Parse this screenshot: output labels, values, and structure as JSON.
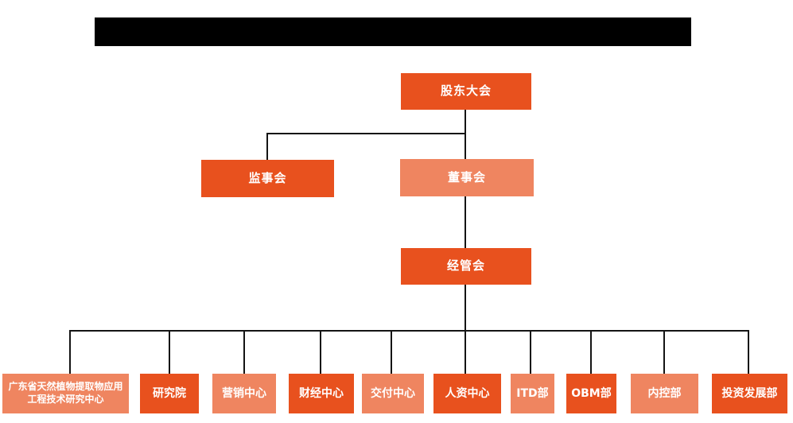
{
  "title_bar": {
    "type": "redacted-black-bar",
    "text": ""
  },
  "colors": {
    "node_primary": "#e8511e",
    "node_secondary": "#ef8560",
    "connector_line": "#141414",
    "background": "#ffffff",
    "node_text": "#ffffff",
    "redaction": "#000000"
  },
  "org_chart": {
    "nodes": {
      "shareholders": {
        "label": "股东大会",
        "tone": "primary"
      },
      "supervisory": {
        "label": "监事会",
        "tone": "primary"
      },
      "board": {
        "label": "董事会",
        "tone": "secondary"
      },
      "management": {
        "label": "经管会",
        "tone": "primary"
      },
      "departments": [
        {
          "label": "广东省天然植物提取物应用工程技术研究中心",
          "tone": "secondary"
        },
        {
          "label": "研究院",
          "tone": "primary"
        },
        {
          "label": "营销中心",
          "tone": "secondary"
        },
        {
          "label": "财经中心",
          "tone": "primary"
        },
        {
          "label": "交付中心",
          "tone": "secondary"
        },
        {
          "label": "人资中心",
          "tone": "primary"
        },
        {
          "label": "ITD部",
          "tone": "secondary"
        },
        {
          "label": "OBM部",
          "tone": "primary"
        },
        {
          "label": "内控部",
          "tone": "secondary"
        },
        {
          "label": "投资发展部",
          "tone": "primary"
        }
      ]
    },
    "edges": [
      {
        "from": "股东大会",
        "to": "监事会"
      },
      {
        "from": "股东大会",
        "to": "董事会"
      },
      {
        "from": "董事会",
        "to": "经管会"
      },
      {
        "from": "经管会",
        "to": "广东省天然植物提取物应用工程技术研究中心"
      },
      {
        "from": "经管会",
        "to": "研究院"
      },
      {
        "from": "经管会",
        "to": "营销中心"
      },
      {
        "from": "经管会",
        "to": "财经中心"
      },
      {
        "from": "经管会",
        "to": "交付中心"
      },
      {
        "from": "经管会",
        "to": "人资中心"
      },
      {
        "from": "经管会",
        "to": "ITD部"
      },
      {
        "from": "经管会",
        "to": "OBM部"
      },
      {
        "from": "经管会",
        "to": "内控部"
      },
      {
        "from": "经管会",
        "to": "投资发展部"
      }
    ]
  }
}
